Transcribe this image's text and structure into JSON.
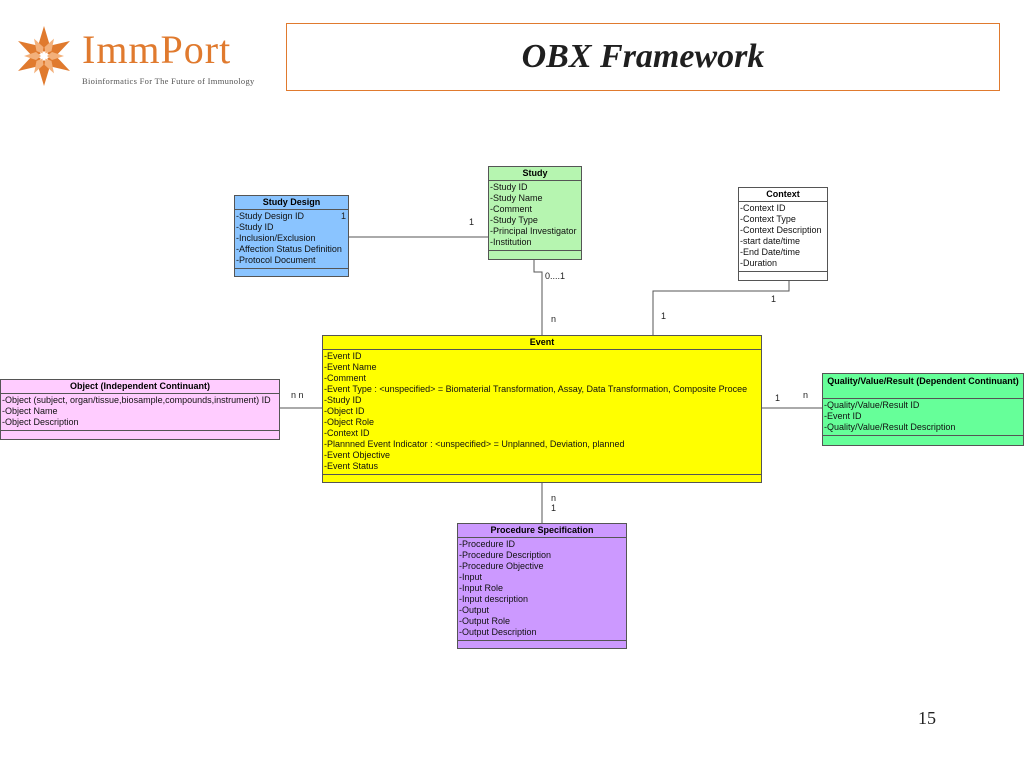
{
  "logo": {
    "name": "ImmPort",
    "tagline": "Bioinformatics For The Future of Immunology"
  },
  "slide": {
    "title": "OBX Framework",
    "page_number": "15"
  },
  "colors": {
    "accent": "#e07a2e",
    "study_design": "#8ac4ff",
    "study": "#b6f5b0",
    "context": "#ffffff",
    "event": "#ffff00",
    "object": "#ffccff",
    "quality": "#66ff99",
    "procedure": "#cc99ff"
  },
  "entities": {
    "study_design": {
      "title": "Study Design",
      "attrs": [
        "-Study Design ID",
        "-Study ID",
        "-Inclusion/Exclusion",
        "-Affection Status Definition",
        "-Protocol Document"
      ]
    },
    "study": {
      "title": "Study",
      "attrs": [
        "-Study ID",
        "-Study Name",
        "-Comment",
        "-Study Type",
        "-Principal Investigator",
        "-Institution"
      ]
    },
    "context": {
      "title": "Context",
      "attrs": [
        "-Context ID",
        "-Context Type",
        "-Context Description",
        "-start date/time",
        "-End Date/time",
        "-Duration"
      ]
    },
    "event": {
      "title": "Event",
      "attrs": [
        "-Event ID",
        "-Event Name",
        "-Comment",
        "-Event Type : <unspecified> = Biomaterial Transformation, Assay, Data Transformation, Composite Procee",
        "-Study ID",
        "-Object ID",
        "-Object Role",
        "-Context ID",
        "-Plannned Event Indicator : <unspecified> = Unplanned, Deviation, planned",
        "-Event Objective",
        "-Event Status"
      ]
    },
    "object": {
      "title": "Object (Independent Continuant)",
      "attrs": [
        "-Object (subject, organ/tissue,biosample,compounds,instrument) ID",
        "-Object Name",
        "-Object Description"
      ]
    },
    "quality": {
      "title": "Quality/Value/Result (Dependent Continuant)",
      "attrs": [
        "-Quality/Value/Result ID",
        "-Event ID",
        "-Quality/Value/Result Description"
      ]
    },
    "procedure": {
      "title": "Procedure Specification",
      "attrs": [
        "-Procedure ID",
        "-Procedure Description",
        "-Procedure Objective",
        "-Input",
        "-Input Role",
        "-Input description",
        "-Output",
        "-Output Role",
        "-Output Description"
      ]
    }
  },
  "multiplicities": {
    "study_design_end": "1",
    "study_end_left": "1",
    "study_bottom": "0....1",
    "event_top_study": "n",
    "context_bottom": "1",
    "event_top_context": "1",
    "object_right": "n n",
    "event_right": "1",
    "quality_left": "n",
    "event_bottom": "n",
    "procedure_top": "1"
  }
}
